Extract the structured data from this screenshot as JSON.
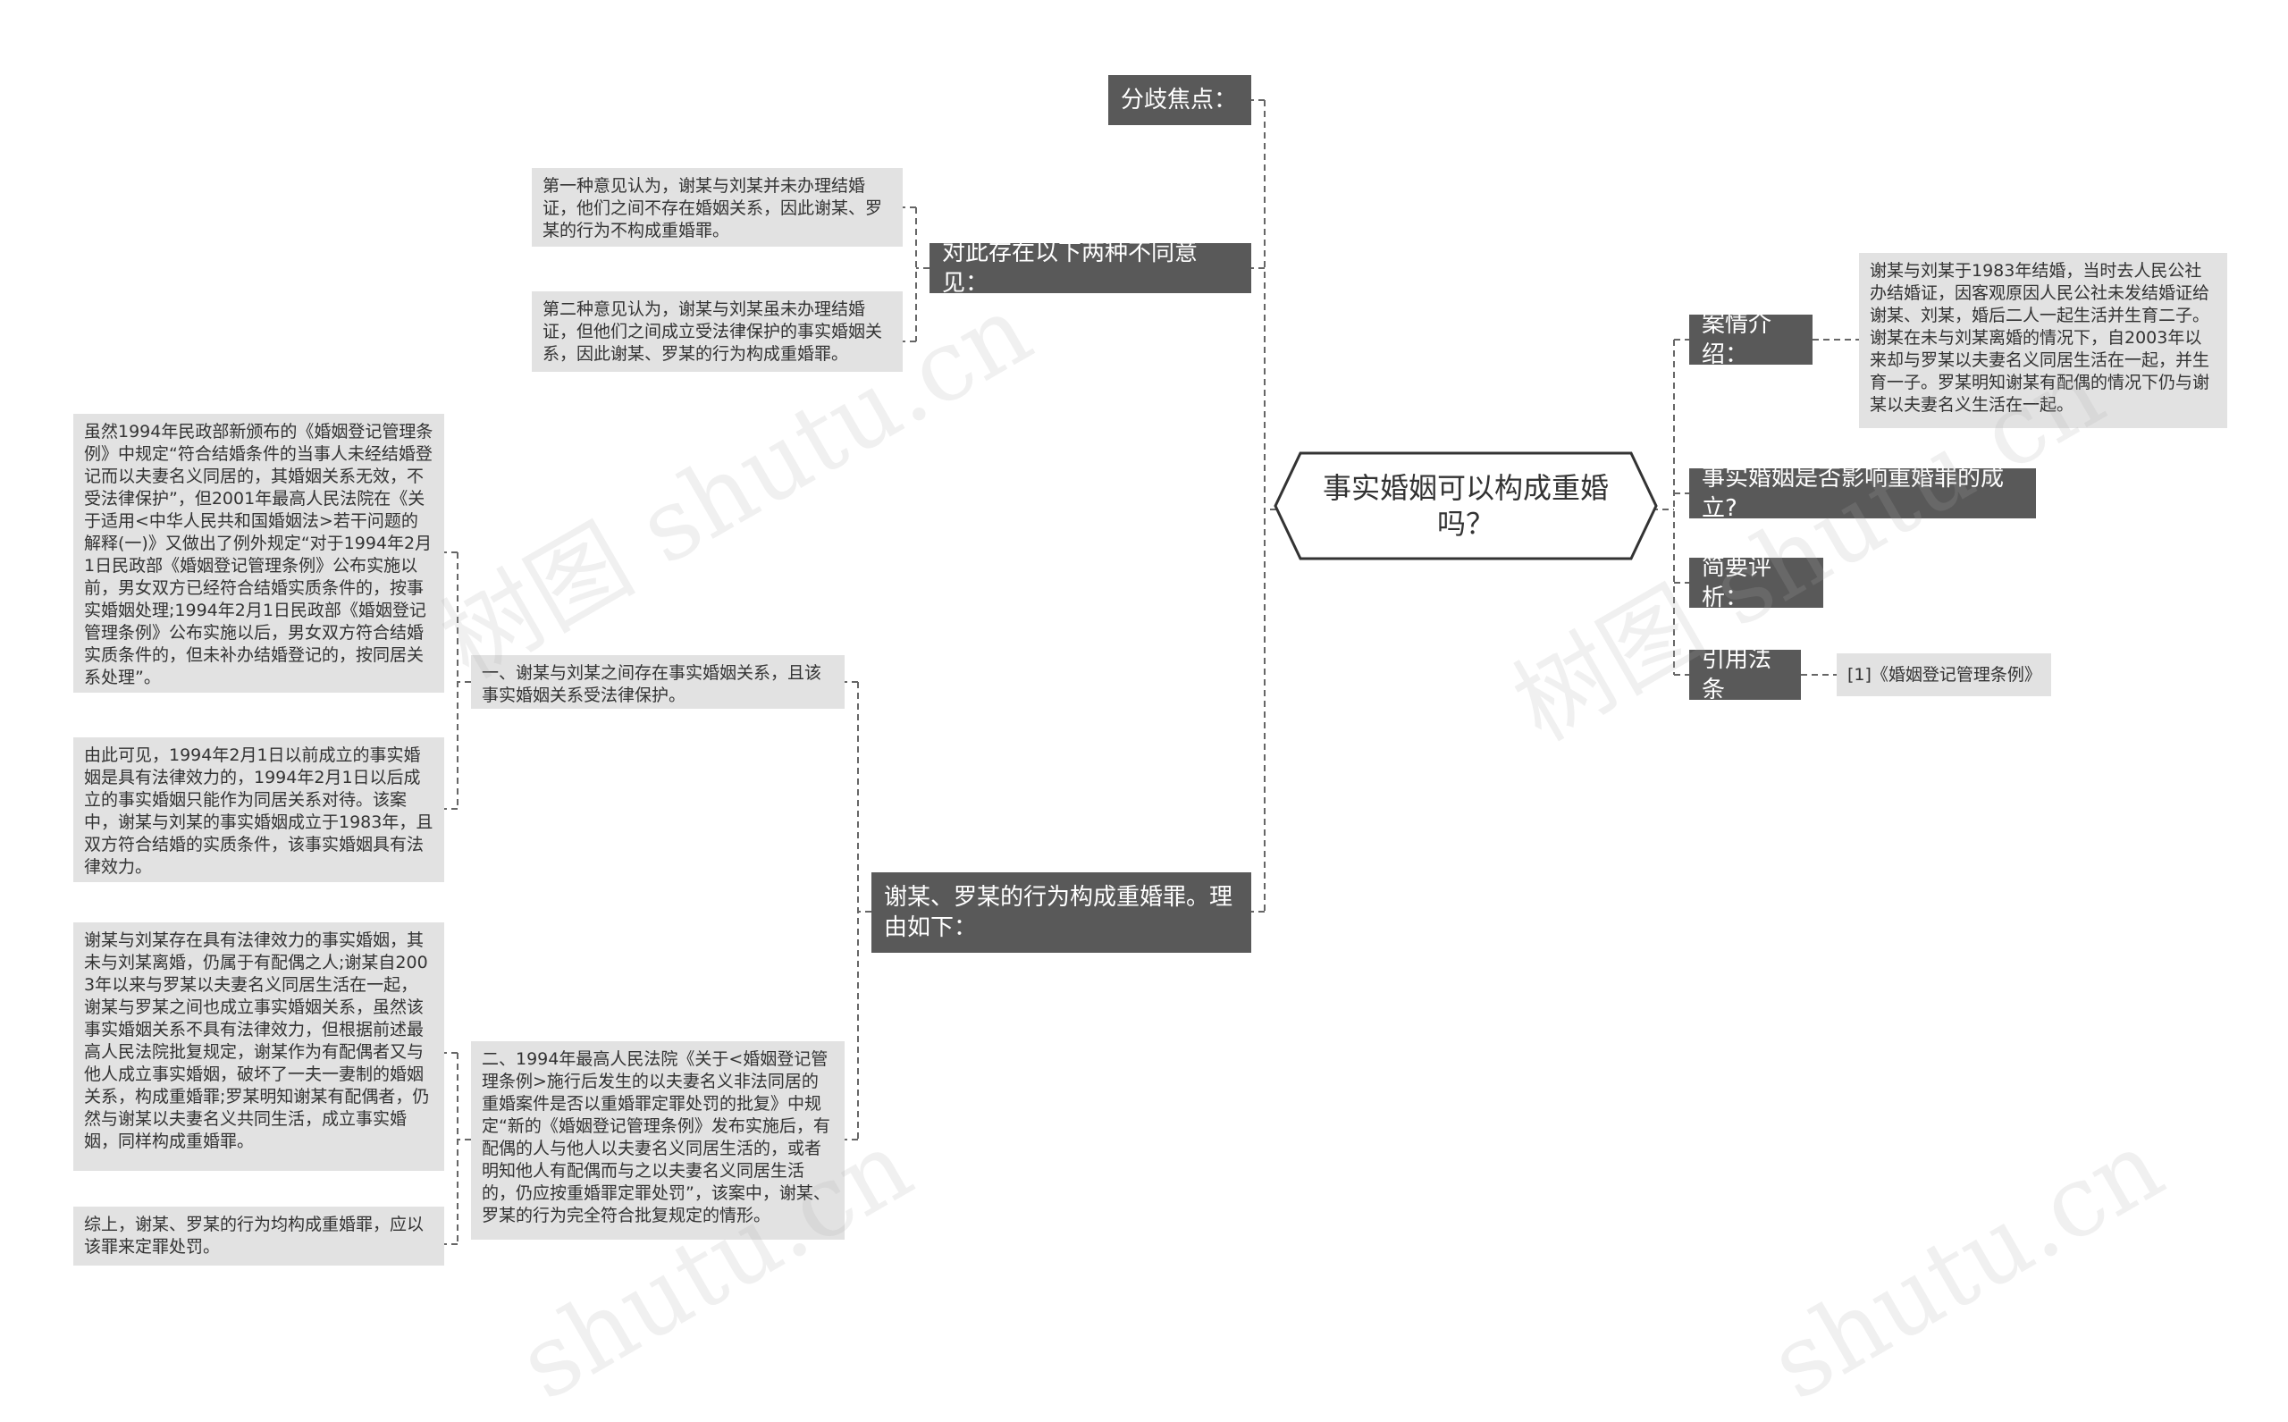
{
  "root": {
    "title": "事实婚姻可以构成重婚吗？"
  },
  "left": {
    "focus": "分歧焦点：",
    "two_opinions": {
      "label": "对此存在以下两种不同意见：",
      "opinion1": "第一种意见认为，谢某与刘某并未办理结婚证，他们之间不存在婚姻关系，因此谢某、罗某的行为不构成重婚罪。",
      "opinion2": "第二种意见认为，谢某与刘某虽未办理结婚证，但他们之间成立受法律保护的事实婚姻关系，因此谢某、罗某的行为构成重婚罪。"
    },
    "reason": {
      "label": "谢某、罗某的行为构成重婚罪。理由如下：",
      "point1": {
        "label": "一、谢某与刘某之间存在事实婚姻关系，且该事实婚姻关系受法律保护。",
        "detail1": "虽然1994年民政部新颁布的《婚姻登记管理条例》中规定“符合结婚条件的当事人未经结婚登记而以夫妻名义同居的，其婚姻关系无效，不受法律保护”，但2001年最高人民法院在《关于适用<中华人民共和国婚姻法>若干问题的解释(一)》又做出了例外规定“对于1994年2月1日民政部《婚姻登记管理条例》公布实施以前，男女双方已经符合结婚实质条件的，按事实婚姻处理;1994年2月1日民政部《婚姻登记管理条例》公布实施以后，男女双方符合结婚实质条件的，但未补办结婚登记的，按同居关系处理”。",
        "detail2": "由此可见，1994年2月1日以前成立的事实婚姻是具有法律效力的，1994年2月1日以后成立的事实婚姻只能作为同居关系对待。该案中，谢某与刘某的事实婚姻成立于1983年，且双方符合结婚的实质条件，该事实婚姻具有法律效力。"
      },
      "point2": {
        "label": "二、1994年最高人民法院《关于<婚姻登记管理条例>施行后发生的以夫妻名义非法同居的重婚案件是否以重婚罪定罪处罚的批复》中规定“新的《婚姻登记管理条例》发布实施后，有配偶的人与他人以夫妻名义同居生活的，或者明知他人有配偶而与之以夫妻名义同居生活的，仍应按重婚罪定罪处罚”，该案中，谢某、罗某的行为完全符合批复规定的情形。",
        "detail1": "谢某与刘某存在具有法律效力的事实婚姻，其未与刘某离婚，仍属于有配偶之人;谢某自2003年以来与罗某以夫妻名义同居生活在一起，谢某与罗某之间也成立事实婚姻关系，虽然该事实婚姻关系不具有法律效力，但根据前述最高人民法院批复规定，谢某作为有配偶者又与他人成立事实婚姻，破坏了一夫一妻制的婚姻关系，构成重婚罪;罗某明知谢某有配偶者，仍然与谢某以夫妻名义共同生活，成立事实婚姻，同样构成重婚罪。",
        "detail2": "综上，谢某、罗某的行为均构成重婚罪，应以该罪来定罪处罚。"
      }
    }
  },
  "right": {
    "case_intro": {
      "label": "案情介绍：",
      "detail": "谢某与刘某于1983年结婚，当时去人民公社办结婚证，因客观原因人民公社未发结婚证给谢某、刘某，婚后二人一起生活并生育二子。谢某在未与刘某离婚的情况下，自2003年以来却与罗某以夫妻名义同居生活在一起，并生育一子。罗某明知谢某有配偶的情况下仍与谢某以夫妻名义生活在一起。"
    },
    "question": "事实婚姻是否影响重婚罪的成立?",
    "brief": "简要评析：",
    "law": {
      "label": "引用法条",
      "detail": "[1]《婚姻登记管理条例》"
    }
  },
  "watermark": {
    "text_cn": "树图 shutu.cn",
    "text_latin": "shutu.cn"
  },
  "colors": {
    "dark_node": "#595959",
    "light_node": "#e2e2e2",
    "connector": "#666666",
    "root_border": "#333333"
  }
}
